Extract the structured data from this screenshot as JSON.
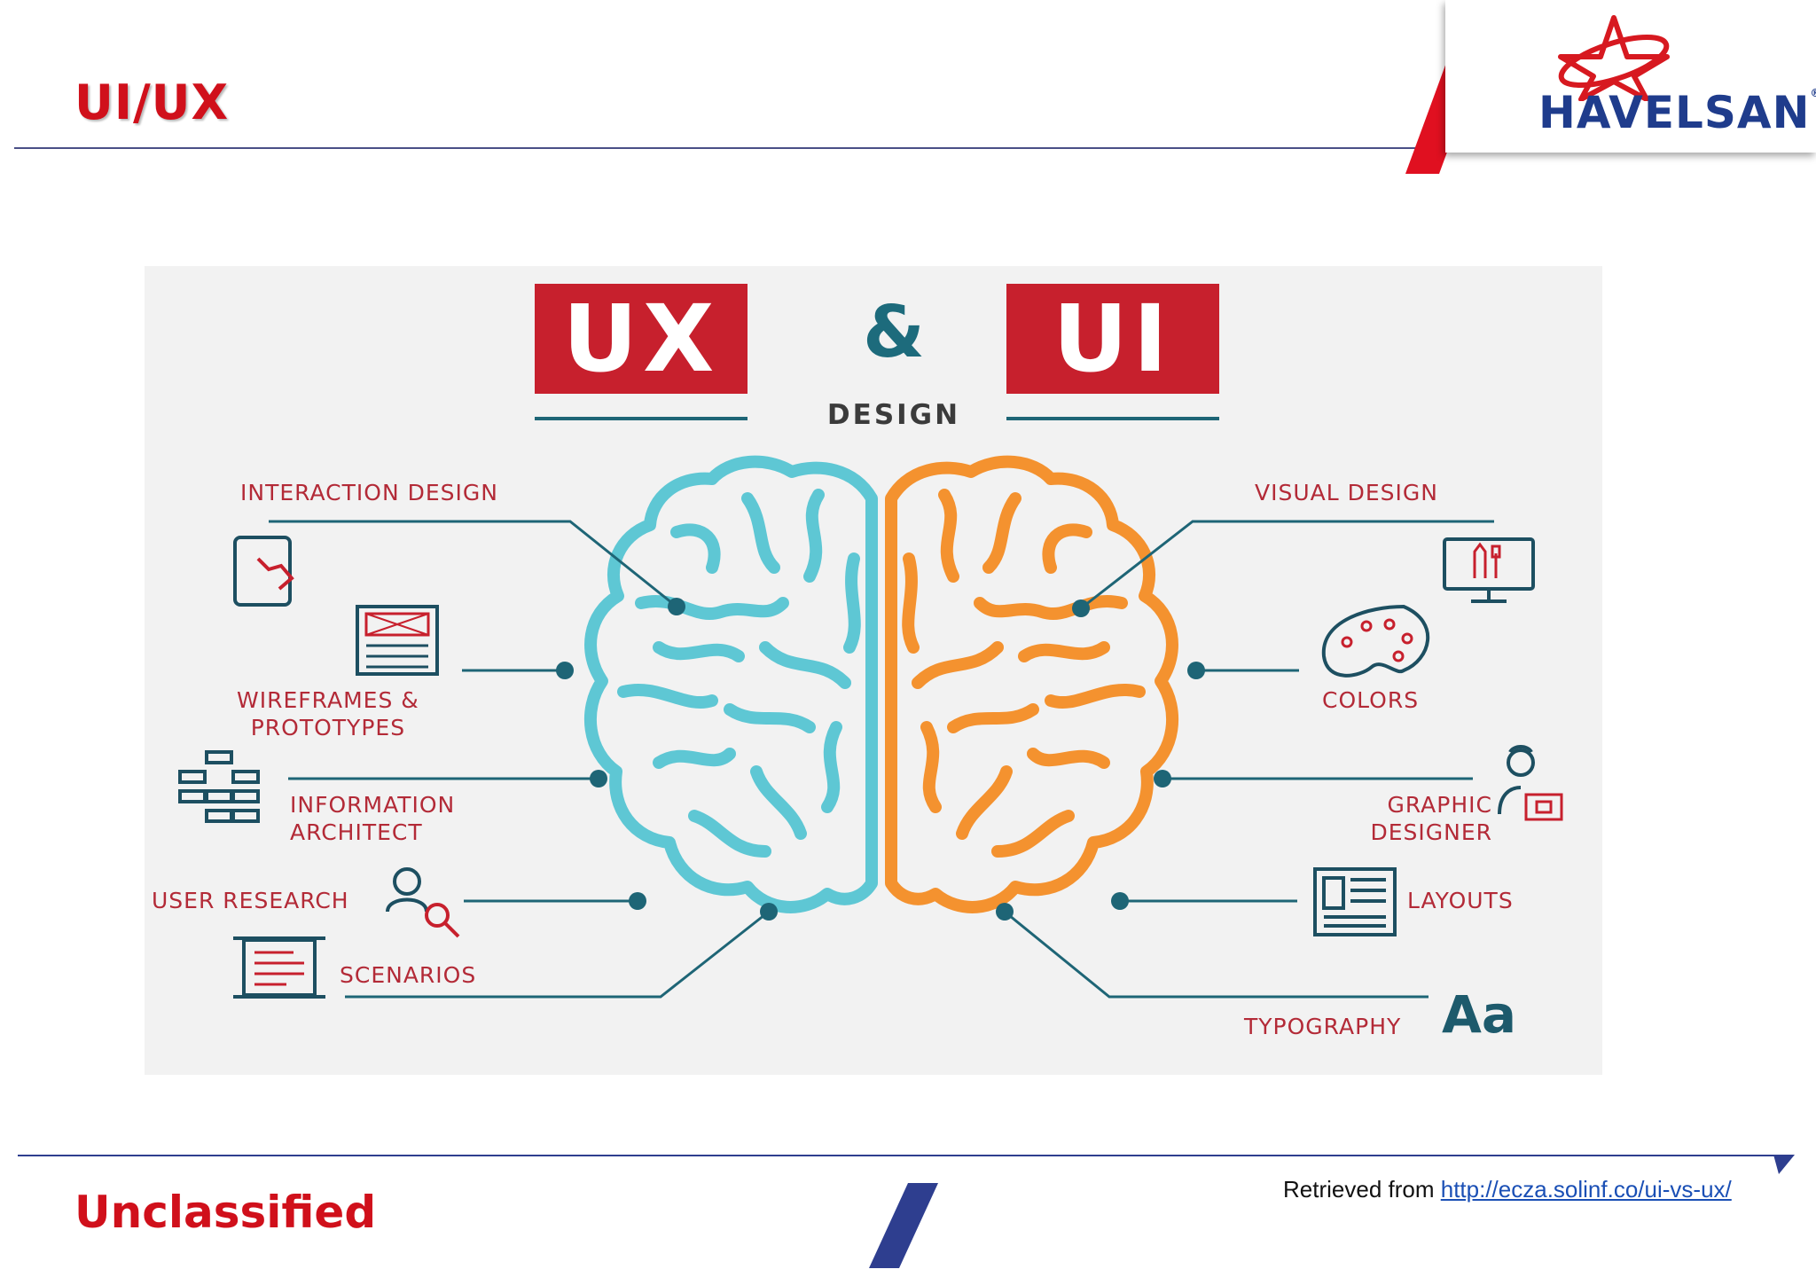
{
  "slide": {
    "title": "UI/UX",
    "footer_classification": "Unclassified"
  },
  "logo": {
    "text": "HAVELSAN",
    "registered_mark": "®"
  },
  "credit": {
    "prefix": "Retrieved from ",
    "link_text": "http://ecza.solinf.co/ui-vs-ux/"
  },
  "infographic": {
    "heading_left": "UX",
    "ampersand": "&",
    "heading_right": "UI",
    "subheading": "DESIGN",
    "ux_labels": {
      "interaction_design": "INTERACTION DESIGN",
      "wireframes_line1": "WIREFRAMES &",
      "wireframes_line2": "PROTOTYPES",
      "information_line1": "INFORMATION",
      "information_line2": "ARCHITECT",
      "user_research": "USER RESEARCH",
      "scenarios": "SCENARIOS"
    },
    "ui_labels": {
      "visual_design": "VISUAL DESIGN",
      "colors": "COLORS",
      "graphic_line1": "GRAPHIC",
      "graphic_line2": "DESIGNER",
      "layouts": "LAYOUTS",
      "typography": "TYPOGRAPHY",
      "typography_sample": "Aa"
    },
    "colors": {
      "ux_brain": "#5ec7d4",
      "ui_brain": "#f4922f",
      "accent_red": "#c7202d",
      "connector": "#1e6576"
    },
    "icons": [
      "tablet-touch-icon",
      "wireframe-icon",
      "sitemap-icon",
      "user-search-icon",
      "document-scroll-icon",
      "monitor-tools-icon",
      "palette-icon",
      "designer-icon",
      "layout-icon"
    ]
  }
}
